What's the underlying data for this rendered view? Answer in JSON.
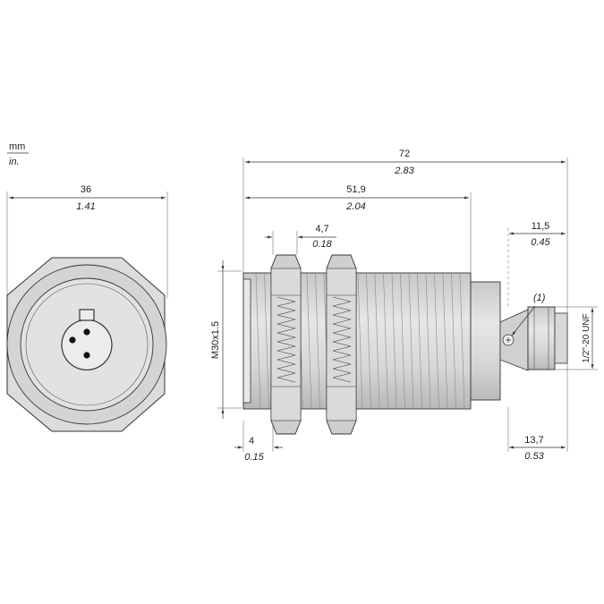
{
  "units": {
    "primary": "mm",
    "secondary": "in."
  },
  "front_view": {
    "width": {
      "mm": "36",
      "in": "1.41"
    }
  },
  "side_view": {
    "overall_length": {
      "mm": "72",
      "in": "2.83"
    },
    "threaded_length": {
      "mm": "51,9",
      "in": "2.04"
    },
    "nut_thickness": {
      "mm": "4,7",
      "in": "0.18"
    },
    "front_offset": {
      "mm": "4",
      "in": "0.15"
    },
    "connector_length": {
      "mm": "11,5",
      "in": "0.45"
    },
    "rear_length": {
      "mm": "13,7",
      "in": "0.53"
    },
    "thread_spec": "M30x1.5",
    "connector_thread": "1/2\"-20 UNF",
    "callout": "(1)"
  },
  "colors": {
    "body": "#d9d9d9",
    "line": "#333333",
    "shade": "#bfbfbf"
  }
}
